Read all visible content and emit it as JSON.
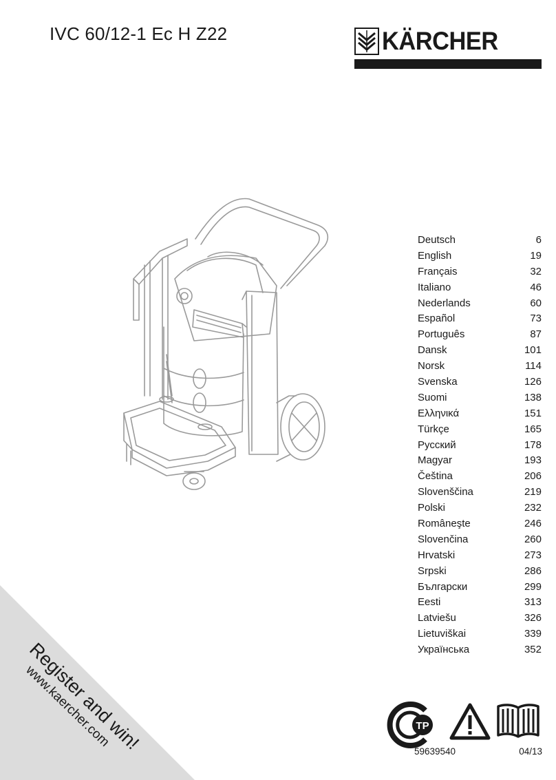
{
  "title": "IVC 60/12-1 Ec H Z22",
  "brand": "KÄRCHER",
  "languages": [
    {
      "name": "Deutsch",
      "page": "6"
    },
    {
      "name": "English",
      "page": "19"
    },
    {
      "name": "Français",
      "page": "32"
    },
    {
      "name": "Italiano",
      "page": "46"
    },
    {
      "name": "Nederlands",
      "page": "60"
    },
    {
      "name": "Español",
      "page": "73"
    },
    {
      "name": "Português",
      "page": "87"
    },
    {
      "name": "Dansk",
      "page": "101"
    },
    {
      "name": "Norsk",
      "page": "114"
    },
    {
      "name": "Svenska",
      "page": "126"
    },
    {
      "name": "Suomi",
      "page": "138"
    },
    {
      "name": "Ελληνικά",
      "page": "151"
    },
    {
      "name": "Türkçe",
      "page": "165"
    },
    {
      "name": "Русский",
      "page": "178"
    },
    {
      "name": "Magyar",
      "page": "193"
    },
    {
      "name": "Čeština",
      "page": "206"
    },
    {
      "name": "Slovenščina",
      "page": "219"
    },
    {
      "name": "Polski",
      "page": "232"
    },
    {
      "name": "Româneşte",
      "page": "246"
    },
    {
      "name": "Slovenčina",
      "page": "260"
    },
    {
      "name": "Hrvatski",
      "page": "273"
    },
    {
      "name": "Srpski",
      "page": "286"
    },
    {
      "name": "Български",
      "page": "299"
    },
    {
      "name": "Eesti",
      "page": "313"
    },
    {
      "name": "Latviešu",
      "page": "326"
    },
    {
      "name": "Lietuviškai",
      "page": "339"
    },
    {
      "name": "Українська",
      "page": "352"
    }
  ],
  "promo": {
    "main": "Register and win!",
    "url": "www.kaercher.com"
  },
  "certification_mark": "ТР",
  "footer": {
    "part_number": "59639540",
    "date": "04/13"
  },
  "colors": {
    "ink": "#1a1a1a",
    "promo_triangle": "#dcdcdc",
    "drawing_line": "#9a9a9a"
  }
}
